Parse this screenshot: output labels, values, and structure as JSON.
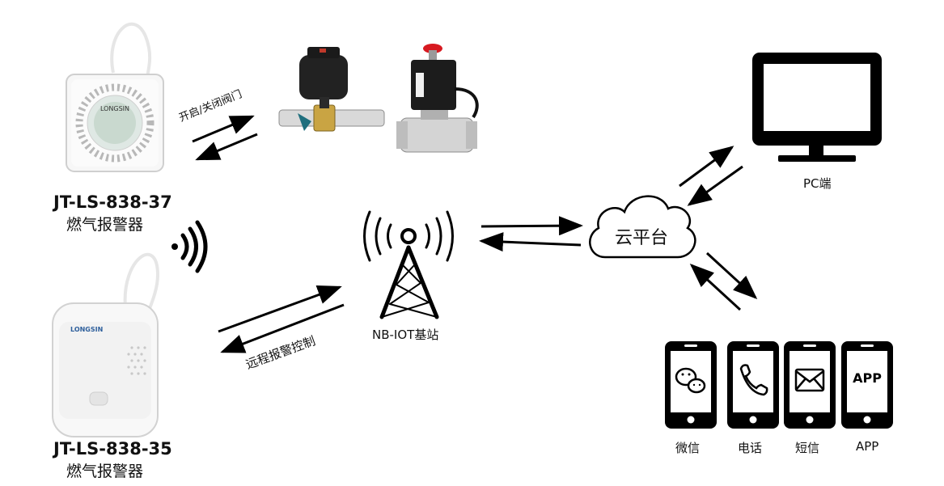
{
  "devices": {
    "alarm_top": {
      "model": "JT-LS-838-37",
      "name": "燃气报警器",
      "brand": "LONGSIN"
    },
    "alarm_bottom": {
      "model": "JT-LS-838-35",
      "name": "燃气报警器",
      "brand": "LONGSIN"
    }
  },
  "links": {
    "valve_label": "开启/关闭阀门",
    "remote_label": "远程报警控制"
  },
  "station": {
    "label": "NB-IOT基站"
  },
  "cloud": {
    "label": "云平台"
  },
  "pc": {
    "label": "PC端"
  },
  "phones": [
    {
      "label": "微信",
      "icon": "wechat-icon"
    },
    {
      "label": "电话",
      "icon": "phone-call-icon"
    },
    {
      "label": "短信",
      "icon": "sms-envelope-icon"
    },
    {
      "label": "APP",
      "icon": "app-text-icon",
      "screen_text": "APP"
    }
  ],
  "colors": {
    "stroke": "#000000",
    "background": "#ffffff",
    "device_white": "#f4f4f4",
    "valve_red": "#d71920"
  }
}
